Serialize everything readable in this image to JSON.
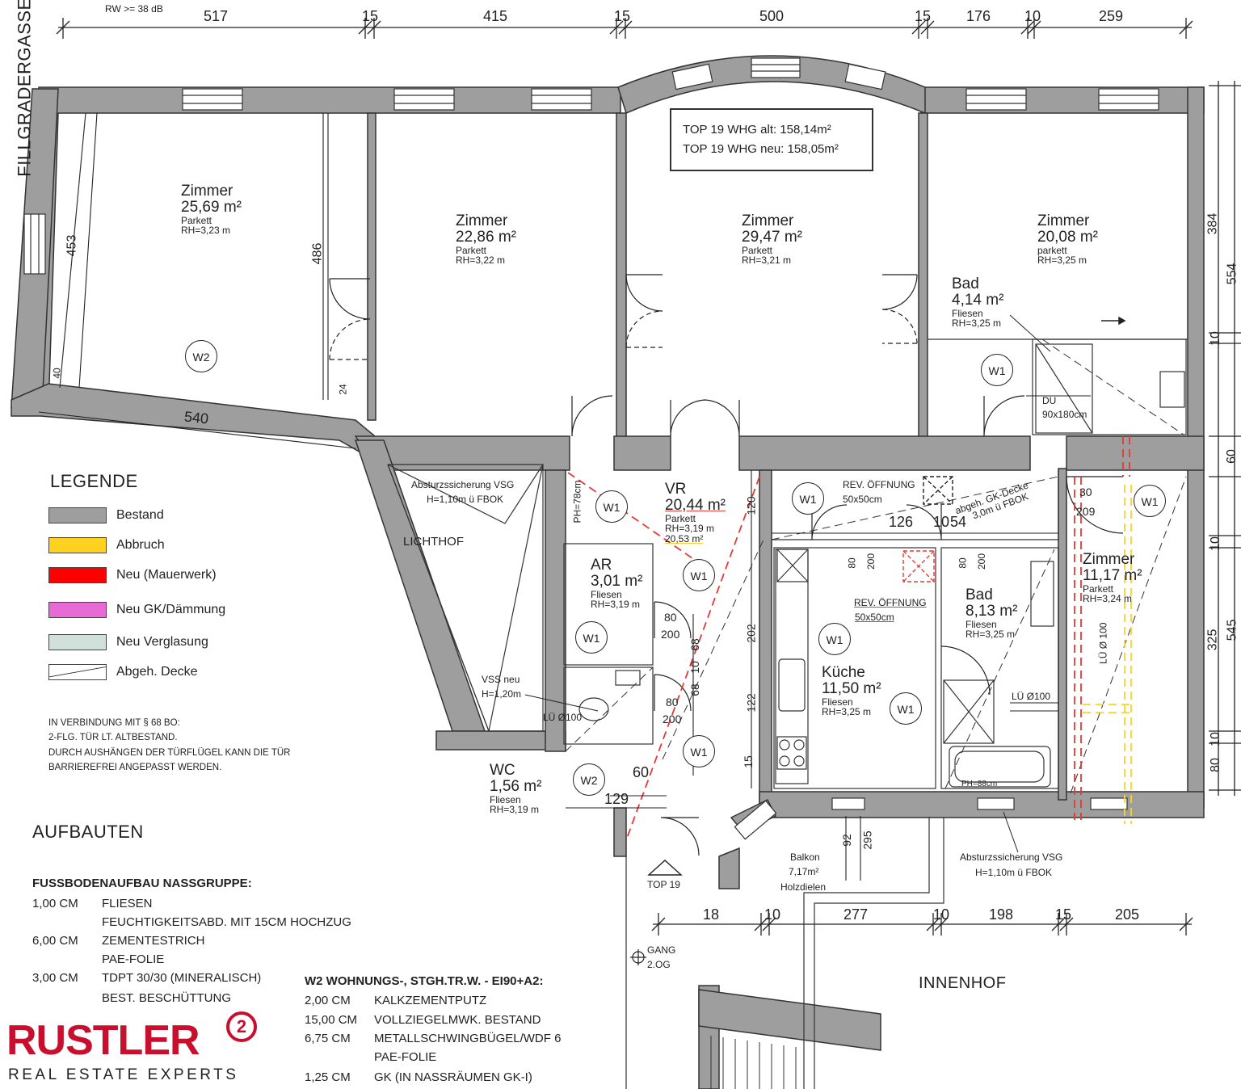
{
  "street": "FILLGRADERGASSE",
  "top_note": "RW >= 38 dB",
  "top_dims": [
    "517",
    "15",
    "415",
    "15",
    "500",
    "15",
    "176",
    "10",
    "259"
  ],
  "bottom_dims": [
    "18",
    "10",
    "277",
    "10",
    "198",
    "15",
    "205"
  ],
  "right_dims": [
    "384",
    "554",
    "10",
    "60",
    "10",
    "325",
    "545",
    "10",
    "80"
  ],
  "area_box": {
    "alt": "TOP 19 WHG alt: 158,14m²",
    "neu": "TOP 19 WHG neu: 158,05m²"
  },
  "rooms": {
    "z1": {
      "name": "Zimmer",
      "area": "25,69 m²",
      "floor": "Parkett",
      "rh": "RH=3,23 m"
    },
    "z2": {
      "name": "Zimmer",
      "area": "22,86 m²",
      "floor": "Parkett",
      "rh": "RH=3,22 m"
    },
    "z3": {
      "name": "Zimmer",
      "area": "29,47 m²",
      "floor": "Parkett",
      "rh": "RH=3,21 m"
    },
    "z4": {
      "name": "Zimmer",
      "area": "20,08 m²",
      "floor": "parkett",
      "rh": "RH=3,25 m"
    },
    "bad1": {
      "name": "Bad",
      "area": "4,14 m²",
      "floor": "Fliesen",
      "rh": "RH=3,25 m"
    },
    "vr": {
      "name": "VR",
      "area": "20,44 m²",
      "floor": "Parkett",
      "rh": "RH=3,19 m",
      "extra": "20,53 m²"
    },
    "ar": {
      "name": "AR",
      "area": "3,01 m²",
      "floor": "Fliesen",
      "rh": "RH=3,19 m"
    },
    "kueche": {
      "name": "Küche",
      "area": "11,50 m²",
      "floor": "Fliesen",
      "rh": "RH=3,25 m"
    },
    "bad2": {
      "name": "Bad",
      "area": "8,13 m²",
      "floor": "Fliesen",
      "rh": "RH=3,25 m"
    },
    "z5": {
      "name": "Zimmer",
      "area": "11,17 m²",
      "floor": "Parkett",
      "rh": "RH=3,24 m"
    },
    "wc": {
      "name": "WC",
      "area": "1,56 m²",
      "floor": "Fliesen",
      "rh": "RH=3,19 m"
    }
  },
  "misc_dims": {
    "d453": "453",
    "d486": "486",
    "d540": "540",
    "d40": "40",
    "d24": "24",
    "d126": "126",
    "d10": "10",
    "d54": "54",
    "d80a": "80",
    "d200a": "200",
    "d80b": "80",
    "d200b": "200",
    "d80c": "80",
    "d200c": "200",
    "d80d": "80",
    "d200d": "200",
    "d68a": "68",
    "d68b": "68",
    "d10b": "10",
    "d120": "120",
    "d202": "202",
    "d122": "122",
    "d60": "60",
    "d129": "129",
    "d92": "92",
    "d295": "295",
    "d15": "15",
    "d30": "30",
    "d209": "209",
    "ph78": "PH=78cm"
  },
  "labels": {
    "lichthof": "LICHTHOF",
    "absturz1_a": "Absturzssicherung VSG",
    "absturz1_b": "H=1,10m ü FBOK",
    "absturz2_a": "Absturzssicherung VSG",
    "absturz2_b": "H=1,10m ü FBOK",
    "rev1_a": "REV. ÖFFNUNG",
    "rev1_b": "50x50cm",
    "rev2_a": "REV. ÖFFNUNG",
    "rev2_b": "50x50cm",
    "gk1": "abgeh. GK-Decke",
    "gk1b": "3,0m ü FBOK",
    "vss_a": "VSS neu",
    "vss_b": "H=1,20m",
    "lu1": "LÜ Ø100",
    "lu2": "LÜ Ø 100",
    "lu3": "LÜ Ø100",
    "du_a": "DU",
    "du_b": "90x180cm",
    "balkon_a": "Balkon",
    "balkon_b": "7,17m²",
    "balkon_c": "Holzdielen",
    "top19": "TOP 19",
    "gang_a": "GANG",
    "gang_b": "2.OG",
    "innenhof": "INNENHOF",
    "ph": "PH=88cm"
  },
  "wall_tags": [
    "W2",
    "W1",
    "W1",
    "W1",
    "W1",
    "W1",
    "W1",
    "W1",
    "W1",
    "W1",
    "W1",
    "W2"
  ],
  "legend": {
    "title": "LEGENDE",
    "items": [
      {
        "label": "Bestand",
        "color": "#9e9e9e"
      },
      {
        "label": "Abbruch",
        "color": "#ffd21f"
      },
      {
        "label": "Neu (Mauerwerk)",
        "color": "#ff0000"
      },
      {
        "label": "Neu GK/Dämmung",
        "color": "#e86ad6"
      },
      {
        "label": "Neu Verglasung",
        "color": "#cfe0dd"
      },
      {
        "label": "Abgeh. Decke",
        "color": "#ffffff"
      }
    ]
  },
  "notes": [
    "IN VERBINDUNG MIT § 68 BO:",
    "2-FLG. TÜR LT. ALTBESTAND.",
    "DURCH AUSHÄNGEN DER TÜRFLÜGEL KANN DIE TÜR",
    "BARRIEREFREI ANGEPASST WERDEN."
  ],
  "aufbauten": {
    "title": "AUFBAUTEN",
    "subtitle": "FUSSBODENAUFBAU NASSGRUPPE:",
    "rows": [
      {
        "thk": "1,00 CM",
        "txt": "FLIESEN"
      },
      {
        "thk": "",
        "txt": "FEUCHTIGKEITSABD. MIT 15CM HOCHZUG"
      },
      {
        "thk": "6,00 CM",
        "txt": "ZEMENTESTRICH"
      },
      {
        "thk": "",
        "txt": "PAE-FOLIE"
      },
      {
        "thk": "3,00 CM",
        "txt": "TDPT 30/30 (MINERALISCH)"
      },
      {
        "thk": "",
        "txt": "BEST. BESCHÜTTUNG"
      }
    ]
  },
  "w2": {
    "title": "W2 WOHNUNGS-, STGH.TR.W. - EI90+A2:",
    "rows": [
      {
        "thk": "2,00 CM",
        "txt": "KALKZEMENTPUTZ"
      },
      {
        "thk": "15,00 CM",
        "txt": "VOLLZIEGELMWK. BESTAND"
      },
      {
        "thk": "6,75 CM",
        "txt": "METALLSCHWINGBÜGEL/WDF 6"
      },
      {
        "thk": "",
        "txt": "PAE-FOLIE"
      },
      {
        "thk": "1,25 CM",
        "txt": "GK (IN NASSRÄUMEN GK-I)"
      }
    ]
  },
  "brand": {
    "name": "RUSTLER",
    "sup": "2",
    "tagline": "REAL ESTATE EXPERTS",
    "color": "#c8102e"
  },
  "colors": {
    "wall": "#9e9e9e",
    "wall_stroke": "#333333",
    "neu": "#e53935",
    "abbruch": "#ffd21f"
  }
}
